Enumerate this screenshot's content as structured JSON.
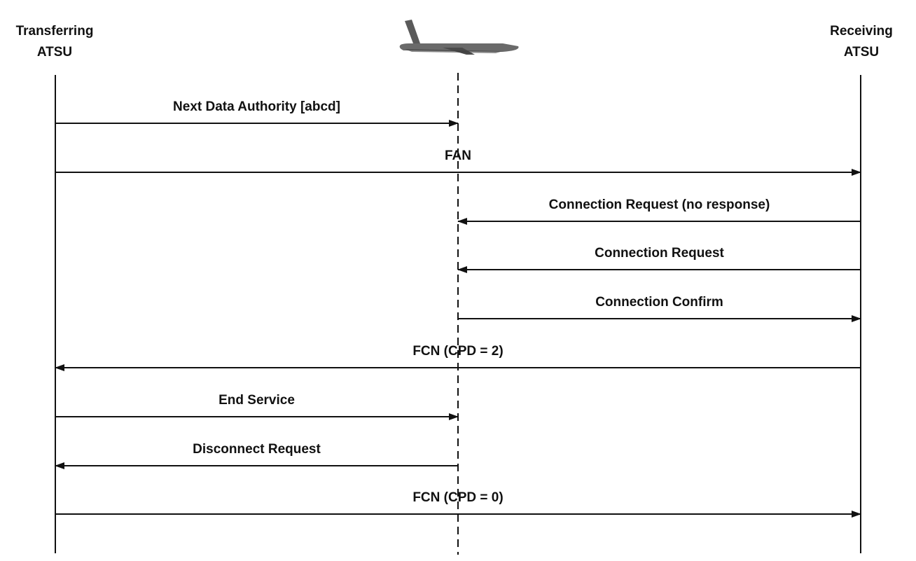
{
  "actors": {
    "transferring": {
      "line1": "Transferring",
      "line2": "ATSU"
    },
    "aircraft": {
      "icon": "airplane-icon"
    },
    "receiving": {
      "line1": "Receiving",
      "line2": "ATSU"
    }
  },
  "messages": [
    {
      "label": "Next Data Authority [abcd]",
      "from": "transferring",
      "to": "aircraft"
    },
    {
      "label": "FAN",
      "from": "transferring",
      "to": "receiving"
    },
    {
      "label": "Connection Request (no response)",
      "from": "receiving",
      "to": "aircraft"
    },
    {
      "label": "Connection Request",
      "from": "receiving",
      "to": "aircraft"
    },
    {
      "label": "Connection Confirm",
      "from": "aircraft",
      "to": "receiving"
    },
    {
      "label": "FCN (CPD = 2)",
      "from": "receiving",
      "to": "transferring"
    },
    {
      "label": "End Service",
      "from": "transferring",
      "to": "aircraft"
    },
    {
      "label": "Disconnect Request",
      "from": "aircraft",
      "to": "transferring"
    },
    {
      "label": "FCN (CPD = 0)",
      "from": "transferring",
      "to": "receiving"
    }
  ],
  "colors": {
    "line": "#111111",
    "aircraft_body": "#5a5a5a"
  }
}
